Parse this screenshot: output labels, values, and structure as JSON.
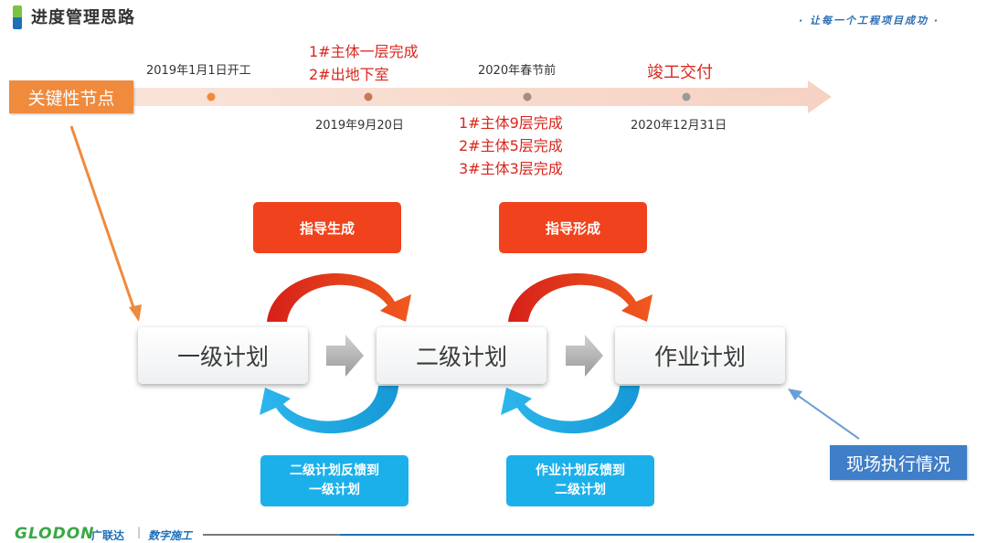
{
  "header": {
    "title": "进度管理思路",
    "slogan": "· 让每一个工程项目成功 ·"
  },
  "timeline": {
    "key_node_label": "关键性节点",
    "above": [
      "2019年1月1日开工",
      "2020年春节前"
    ],
    "above_red": [
      "1#主体一层完成",
      "2#出地下室",
      "竣工交付"
    ],
    "below": [
      "2019年9月20日",
      "2020年12月31日"
    ],
    "below_red": [
      "1#主体9层完成",
      "2#主体5层完成",
      "3#主体3层完成"
    ]
  },
  "plans": {
    "level1": "一级计划",
    "level2": "二级计划",
    "work": "作业计划"
  },
  "guides": {
    "guide_generate": "指导生成",
    "guide_form": "指导形成"
  },
  "feedback": {
    "fb1_line1": "二级计划反馈到",
    "fb1_line2": "一级计划",
    "fb2_line1": "作业计划反馈到",
    "fb2_line2": "二级计划"
  },
  "field": {
    "label": "现场执行情况"
  },
  "footer": {
    "logo": "GLODON",
    "logo_cn": "广联达",
    "separator": "|",
    "subtitle": "数字施工"
  },
  "colors": {
    "red": "#d9261c",
    "orange": "#f08a3c",
    "red_tag": "#f0421c",
    "blue_tag": "#1cb0ea",
    "field_blue": "#3f7ec8",
    "timeline_arrow": "#f7d9cc"
  }
}
